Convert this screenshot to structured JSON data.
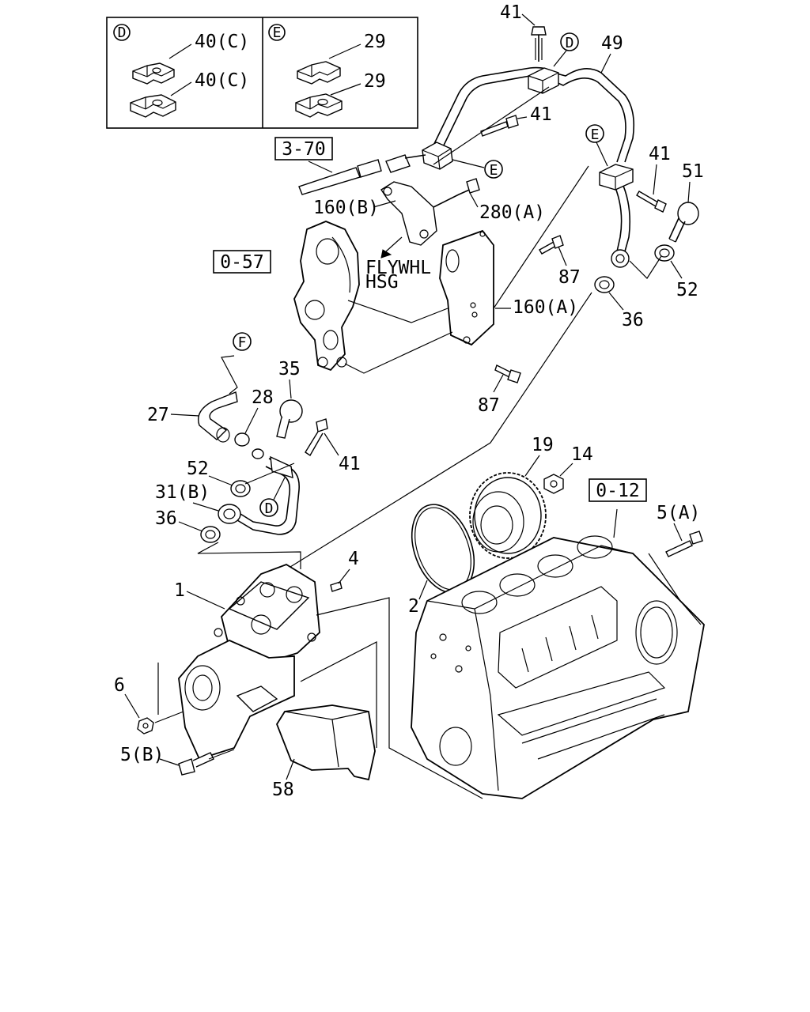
{
  "inset": {
    "panel_d": {
      "circle": "D",
      "label_top": "40(C)",
      "label_bottom": "40(C)"
    },
    "panel_e": {
      "circle": "E",
      "label_top": "29",
      "label_bottom": "29"
    }
  },
  "refs": {
    "r_3_70": "3-70",
    "r_0_57": "0-57",
    "r_0_12": "0-12"
  },
  "text": {
    "flywhl": "FLYWHL",
    "hsg": "HSG"
  },
  "circles": {
    "d_top": "D",
    "e_mid": "E",
    "e_right": "E",
    "f": "F",
    "d_low": "D"
  },
  "callouts": {
    "c41_top": "41",
    "c49": "49",
    "c41_mid": "41",
    "c41_right": "41",
    "c51": "51",
    "c160b": "160(B)",
    "c280a": "280(A)",
    "c87_top": "87",
    "c52_right": "52",
    "c160a": "160(A)",
    "c36_right": "36",
    "c87_bottom": "87",
    "c35": "35",
    "c27": "27",
    "c28": "28",
    "c41_low": "41",
    "c52_left": "52",
    "c31b": "31(B)",
    "c36_left": "36",
    "c19": "19",
    "c14": "14",
    "c5a": "5(A)",
    "c4": "4",
    "c1": "1",
    "c2": "2",
    "c6": "6",
    "c5b": "5(B)",
    "c58": "58"
  }
}
